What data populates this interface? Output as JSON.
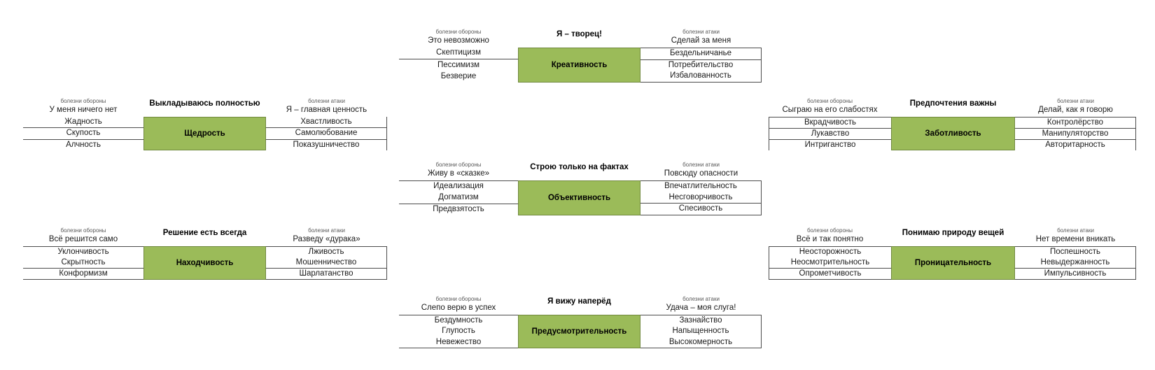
{
  "colors": {
    "virtue_fill": "#9bbb59",
    "virtue_border": "#71893f",
    "line": "#4d4d4d"
  },
  "blocks": [
    {
      "title": "Я – творец!",
      "core": "Креативность",
      "left": {
        "header": "болезни обороны",
        "motto": "Это невозможно",
        "items": [
          "Скептицизм",
          "Пессимизм",
          "Безверие"
        ]
      },
      "right": {
        "header": "болезни атаки",
        "motto": "Сделай за меня",
        "items": [
          "Бездельничанье",
          "Потребительство",
          "Избалованность"
        ]
      }
    },
    {
      "title": "Выкладываюсь полностью",
      "core": "Щедрость",
      "left": {
        "header": "болезни обороны",
        "motto": "У меня ничего нет",
        "items": [
          "Жадность",
          "Скупость",
          "Алчность"
        ]
      },
      "right": {
        "header": "болезни атаки",
        "motto": "Я – главная ценность",
        "items": [
          "Хвастливость",
          "Самолюбование",
          "Показушничество"
        ]
      }
    },
    {
      "title": "Предпочтения важны",
      "core": "Заботливость",
      "left": {
        "header": "болезни обороны",
        "motto": "Сыграю на его слабостях",
        "items": [
          "Вкрадчивость",
          "Лукавство",
          "Интриганство"
        ]
      },
      "right": {
        "header": "болезни атаки",
        "motto": "Делай, как я говорю",
        "items": [
          "Контролёрство",
          "Манипуляторство",
          "Авторитарность"
        ]
      }
    },
    {
      "title": "Строю только на фактах",
      "core": "Объективность",
      "left": {
        "header": "болезни обороны",
        "motto": "Живу в «сказке»",
        "items": [
          "Идеализация",
          "Догматизм",
          "Предвзятость"
        ]
      },
      "right": {
        "header": "болезни атаки",
        "motto": "Повсюду опасности",
        "items": [
          "Впечатлительность",
          "Несговорчивость",
          "Спесивость"
        ]
      }
    },
    {
      "title": "Решение есть всегда",
      "core": "Находчивость",
      "left": {
        "header": "болезни обороны",
        "motto": "Всё решится само",
        "items": [
          "Уклончивость",
          "Скрытность",
          "Конформизм"
        ]
      },
      "right": {
        "header": "болезни атаки",
        "motto": "Разведу «дурака»",
        "items": [
          "Лживость",
          "Мошенничество",
          "Шарлатанство"
        ]
      }
    },
    {
      "title": "Понимаю природу вещей",
      "core": "Проницательность",
      "left": {
        "header": "болезни обороны",
        "motto": "Всё и так понятно",
        "items": [
          "Неосторожность",
          "Неосмотрительность",
          "Опрометчивость"
        ]
      },
      "right": {
        "header": "болезни атаки",
        "motto": "Нет времени вникать",
        "items": [
          "Поспешность",
          "Невыдержанность",
          "Импульсивность"
        ]
      }
    },
    {
      "title": "Я вижу наперёд",
      "core": "Предусмотрительность",
      "left": {
        "header": "болезни обороны",
        "motto": "Слепо верю в успех",
        "items": [
          "Бездумность",
          "Глупость",
          "Невежество"
        ]
      },
      "right": {
        "header": "болезни атаки",
        "motto": "Удача – моя слуга!",
        "items": [
          "Зазнайство",
          "Напыщенность",
          "Высокомерность"
        ]
      }
    }
  ]
}
